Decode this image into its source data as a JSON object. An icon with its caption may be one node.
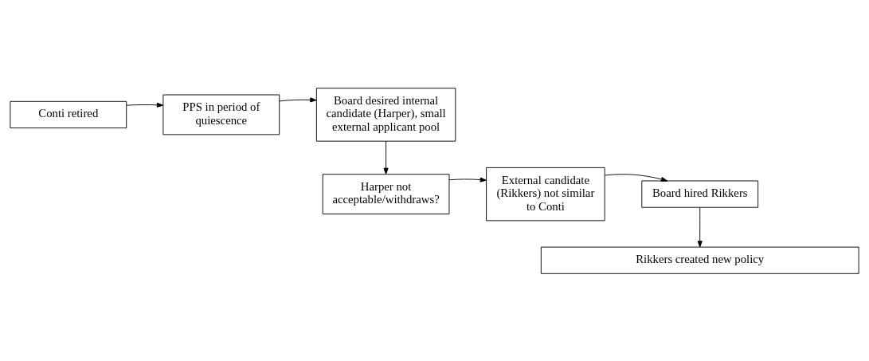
{
  "diagram": {
    "nodes": [
      {
        "text": [
          "Conti retired"
        ]
      },
      {
        "text": [
          "PPS in period of quiescence"
        ]
      },
      {
        "text": [
          "Board desired internal candidate (Harper), small external applicant pool"
        ]
      },
      {
        "text": [
          "Harper not acceptable/withdraws?"
        ]
      },
      {
        "text": [
          "External candidate (Rikkers) not similar to Conti"
        ]
      },
      {
        "text": [
          "Board hired Rikkers"
        ]
      },
      {
        "text": [
          "Rikkers created new policy"
        ]
      }
    ],
    "edges": [
      {
        "from": 0,
        "to": 1,
        "arrow": "to"
      },
      {
        "from": 1,
        "to": 2,
        "arrow": "to"
      },
      {
        "from": 2,
        "to": 3,
        "arrow": "to"
      },
      {
        "from": 3,
        "to": 4,
        "arrow": "to"
      },
      {
        "from": 4,
        "to": 5,
        "arrow": "to"
      },
      {
        "from": 5,
        "to": 6,
        "arrow": "to"
      }
    ]
  }
}
